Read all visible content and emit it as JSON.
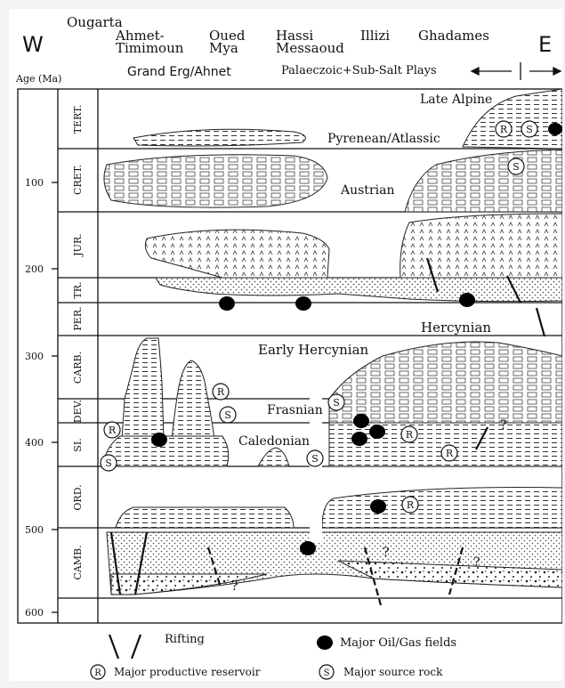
{
  "header": {
    "west": "W",
    "east": "E",
    "age_axis": "Age (Ma)",
    "basins": [
      "Ougarta",
      "Ahmet-",
      "Timimoun",
      "Oued",
      "Mya",
      "Hassi",
      "Messaoud",
      "Illizi",
      "Ghadames"
    ],
    "subtitle_left": "Grand Erg/Ahnet",
    "subtitle_right": "Palaeczoic+Sub-Salt Plays"
  },
  "age_ticks": [
    "100",
    "200",
    "300",
    "400",
    "500",
    "600"
  ],
  "periods": [
    "TERT.",
    "CRET.",
    "JUR.",
    "TR.",
    "PER.",
    "CARB.",
    "DEV.",
    "SI.",
    "ORD.",
    "CAMB."
  ],
  "events": [
    "Late Alpine",
    "Pyrenean/Atlassic",
    "Austrian",
    "Hercynian",
    "Early Hercynian",
    "Frasnian",
    "Caledonian"
  ],
  "symbols": {
    "reservoir": "R",
    "source": "S",
    "question": "?"
  },
  "legend": {
    "rifting": "Rifting",
    "fields": "Major Oil/Gas fields",
    "reservoir": "Major productive reservoir",
    "source": "Major source rock"
  }
}
